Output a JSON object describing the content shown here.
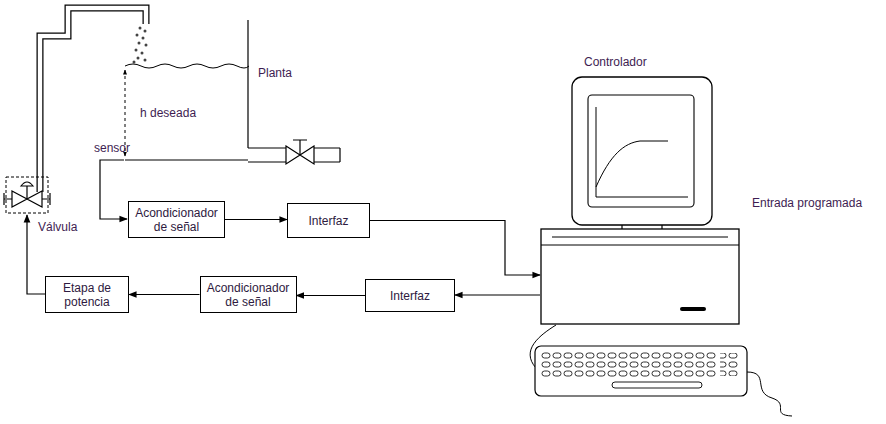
{
  "diagram": {
    "nodes": [
      {
        "text": [
          "Acondicionador de señal"
        ]
      },
      {
        "text": [
          "Interfaz"
        ]
      },
      {
        "text": [
          "Controlador"
        ]
      },
      {
        "text": [
          "Interfaz"
        ]
      },
      {
        "text": [
          "Acondicionador de señal"
        ]
      },
      {
        "text": [
          "Etapa de potencia"
        ]
      }
    ],
    "edges": [
      {
        "from": 0,
        "to": 1,
        "arrow": "to"
      },
      {
        "from": 1,
        "to": 2,
        "arrow": "to"
      },
      {
        "from": 2,
        "to": 3,
        "arrow": "to"
      },
      {
        "from": 3,
        "to": 4,
        "arrow": "to"
      },
      {
        "from": 4,
        "to": 5,
        "arrow": "to"
      }
    ],
    "labels": [
      "Planta",
      "h deseada",
      "sensor",
      "Válvula",
      "Entrada programada"
    ]
  }
}
